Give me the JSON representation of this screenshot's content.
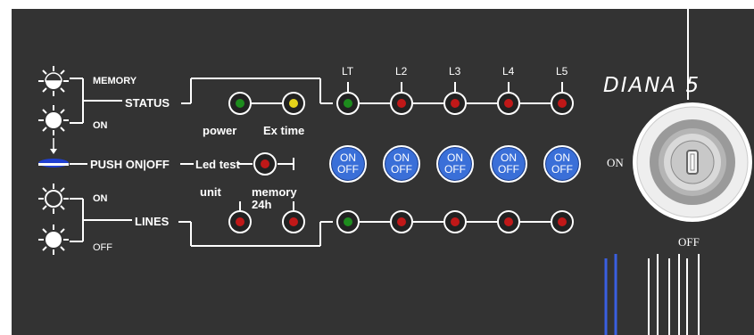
{
  "brand": {
    "name": "DIANA 5"
  },
  "status_group": {
    "memory_label": "MEMORY",
    "on_label": "ON",
    "status_label": "STATUS",
    "power_label": "power",
    "extime_label": "Ex time"
  },
  "push_group": {
    "push_label": "PUSH ON|OFF",
    "ledtest_label": "Led test"
  },
  "lines_group": {
    "on_label": "ON",
    "off_label": "OFF",
    "lines_label": "LINES",
    "unit_label": "unit",
    "memory_label": "memory",
    "memory_sub_label": "24h"
  },
  "line_headers": [
    "LT",
    "L2",
    "L3",
    "L4",
    "L5"
  ],
  "status_leds": [
    "green",
    "red",
    "red",
    "red",
    "red"
  ],
  "line_leds": [
    "green",
    "red",
    "red",
    "red",
    "red"
  ],
  "onoff_buttons": [
    {
      "line1": "ON",
      "line2": "OFF"
    },
    {
      "line1": "ON",
      "line2": "OFF"
    },
    {
      "line1": "ON",
      "line2": "OFF"
    },
    {
      "line1": "ON",
      "line2": "OFF"
    },
    {
      "line1": "ON",
      "line2": "OFF"
    }
  ],
  "keyswitch": {
    "on_label": "ON",
    "off_label": "OFF"
  },
  "colors": {
    "panel": "#333333",
    "led_green": "#1d8c1d",
    "led_red": "#c01818",
    "led_yellow": "#e6d41a",
    "button_blue": "#3a6fd8",
    "push_blue": "#1f3fd0"
  },
  "icons": [
    "sun-half-icon",
    "sun-filled-icon",
    "sun-outline-icon",
    "push-button-icon",
    "key-icon"
  ]
}
